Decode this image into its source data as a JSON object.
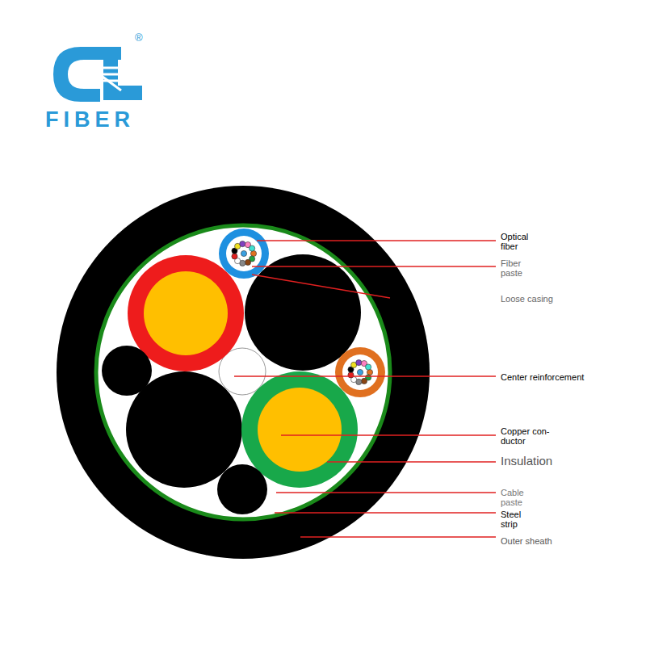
{
  "diagram": {
    "labels": [
      "®",
      "FIBER",
      "Optical fiber",
      "Fiber paste",
      "Loose casing",
      "Center reinforcement",
      "Copper con- ductor",
      "Insulation",
      "Cable paste",
      "Steel strip",
      "Outer sheath"
    ]
  }
}
